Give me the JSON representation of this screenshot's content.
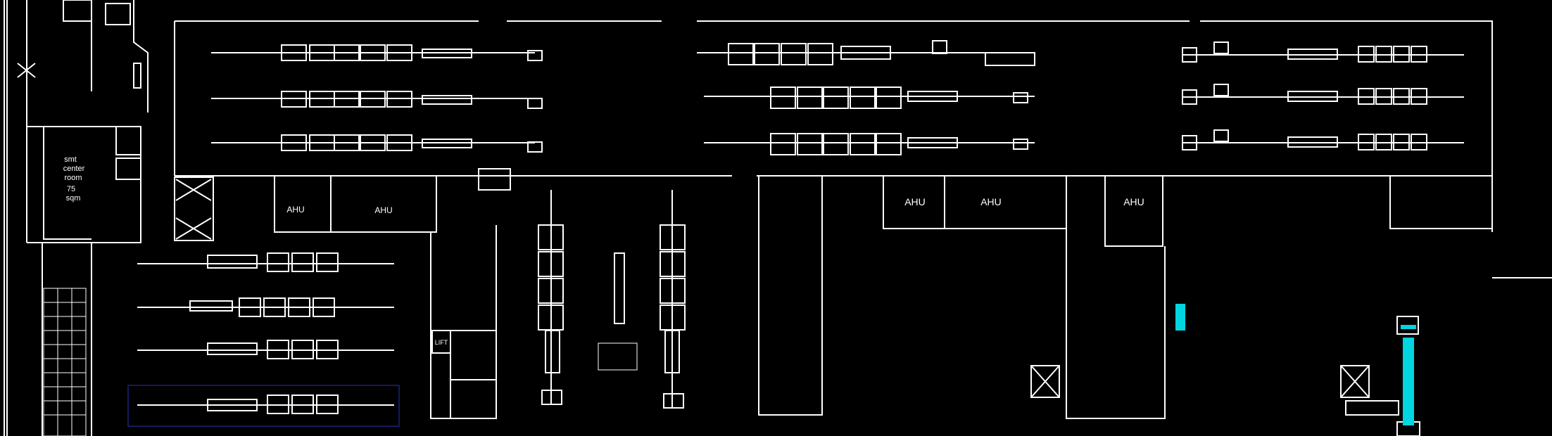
{
  "plan": {
    "rooms": {
      "smt_center_line1": "smt",
      "smt_center_line2": "center",
      "smt_center_line3": "room",
      "smt_area_value": "75",
      "smt_area_unit": "sqm",
      "ahu_1": "AHU",
      "ahu_2": "AHU",
      "ahu_3": "AHU",
      "ahu_4": "AHU",
      "ahu_5": "AHU",
      "lift": "LIFT"
    },
    "colors": {
      "background": "#000000",
      "lines": "#ffffff",
      "highlight": "#00d5e0",
      "selection_outline": "#1a237e"
    }
  }
}
